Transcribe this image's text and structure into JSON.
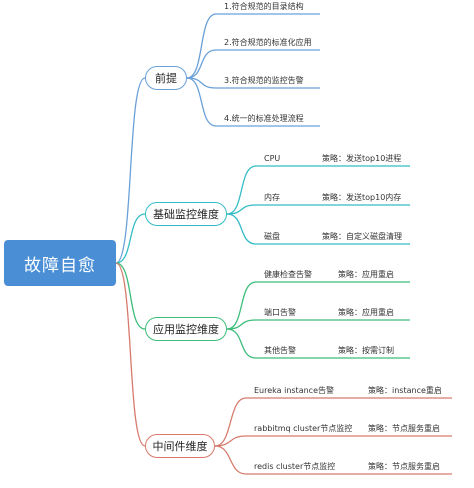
{
  "root": "故障自愈",
  "branches": [
    {
      "label": "前提",
      "color": "#6aa0d8",
      "leaves": [
        {
          "text": "1.符合规范的目录结构",
          "policy": ""
        },
        {
          "text": "2.符合规范的标准化应用",
          "policy": ""
        },
        {
          "text": "3.符合规范的监控告警",
          "policy": ""
        },
        {
          "text": "4.统一的标准处理流程",
          "policy": ""
        }
      ]
    },
    {
      "label": "基础监控维度",
      "color": "#35bcc6",
      "leaves": [
        {
          "text": "CPU",
          "policy": "策略：发送top10进程"
        },
        {
          "text": "内存",
          "policy": "策略：发送top10内存"
        },
        {
          "text": "磁盘",
          "policy": "策略：自定义磁盘清理"
        }
      ]
    },
    {
      "label": "应用监控维度",
      "color": "#3cbd7a",
      "leaves": [
        {
          "text": "健康检查告警",
          "policy": "策略：应用重启"
        },
        {
          "text": "端口告警",
          "policy": "策略：应用重启"
        },
        {
          "text": "其他告警",
          "policy": "策略：按需订制"
        }
      ]
    },
    {
      "label": "中间件维度",
      "color": "#d77a6c",
      "leaves": [
        {
          "text": "Eureka instance告警",
          "policy": "策略：instance重启"
        },
        {
          "text": "rabbitmq cluster节点监控",
          "policy": "策略：节点服务重启"
        },
        {
          "text": "redis cluster节点监控",
          "policy": "策略：节点服务重启"
        }
      ]
    }
  ]
}
